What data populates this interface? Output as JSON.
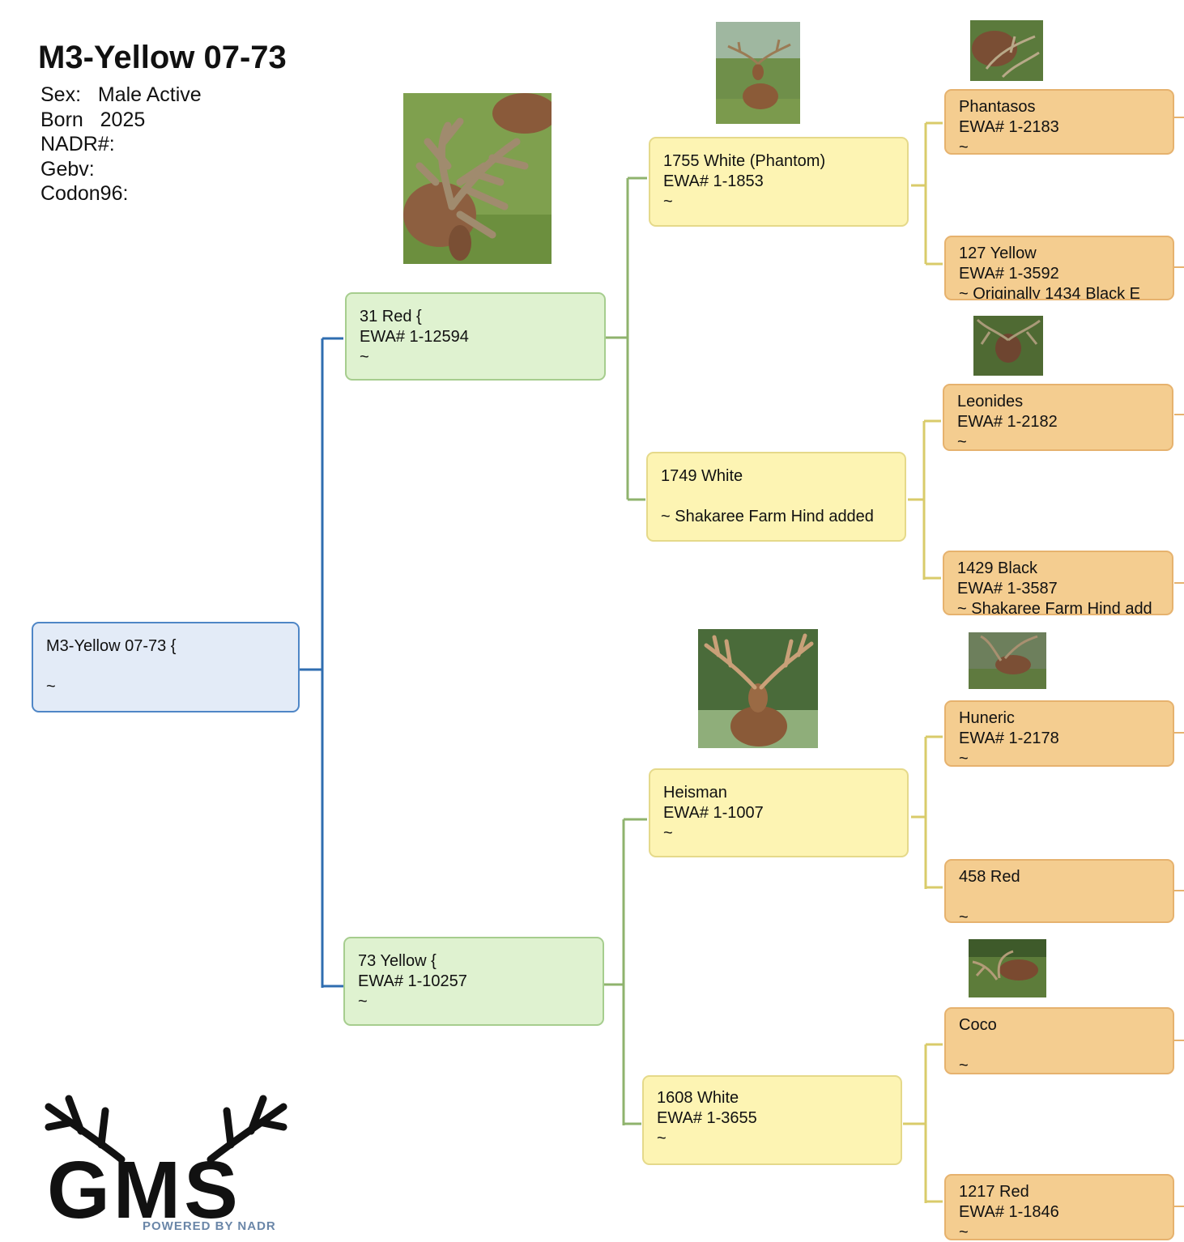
{
  "header": {
    "title": "M3-Yellow 07-73",
    "sex_label": "Sex:",
    "sex_value": "Male Active",
    "born_label": "Born",
    "born_value": "2025",
    "nadr_label": "NADR#:",
    "gebv_label": "Gebv:",
    "codon_label": "Codon96:"
  },
  "subject": {
    "line1": "M3-Yellow 07-73  {",
    "line2": "",
    "line3": "~"
  },
  "parents": [
    {
      "line1": "31 Red {",
      "line2": "EWA# 1-12594",
      "line3": "~"
    },
    {
      "line1": "73 Yellow {",
      "line2": "EWA# 1-10257",
      "line3": "~"
    }
  ],
  "grandparents": [
    {
      "line1": "1755 White (Phantom)",
      "line2": "EWA# 1-1853",
      "line3": "~"
    },
    {
      "line1": "1749 White",
      "line2": "",
      "line3": "~ Shakaree Farm Hind added"
    },
    {
      "line1": "Heisman",
      "line2": "EWA# 1-1007",
      "line3": "~"
    },
    {
      "line1": "1608 White",
      "line2": "EWA# 1-3655",
      "line3": "~"
    }
  ],
  "great_grandparents": [
    {
      "line1": "Phantasos",
      "line2": "EWA# 1-2183",
      "line3": "~"
    },
    {
      "line1": "127 Yellow",
      "line2": "EWA# 1-3592",
      "line3": "~ Originally 1434 Black E"
    },
    {
      "line1": "Leonides",
      "line2": "EWA# 1-2182",
      "line3": "~"
    },
    {
      "line1": "1429 Black",
      "line2": "EWA# 1-3587",
      "line3": "~ Shakaree Farm Hind add"
    },
    {
      "line1": "Huneric",
      "line2": "EWA# 1-2178",
      "line3": "~"
    },
    {
      "line1": "458 Red",
      "line2": "",
      "line3": "~"
    },
    {
      "line1": "Coco",
      "line2": "",
      "line3": "~"
    },
    {
      "line1": "1217 Red",
      "line2": "EWA# 1-1846",
      "line3": "~"
    }
  ],
  "logo": {
    "brand": "GMS",
    "tagline": "POWERED BY NADR"
  },
  "colors": {
    "gen0_fill": "#e3ebf7",
    "gen0_line": "#2f6db0",
    "gen1_fill": "#dff2d0",
    "gen1_line": "#8fb36d",
    "gen2_fill": "#fdf4b3",
    "gen2_line": "#d9cb6a",
    "gen3_fill": "#f4cd90"
  }
}
